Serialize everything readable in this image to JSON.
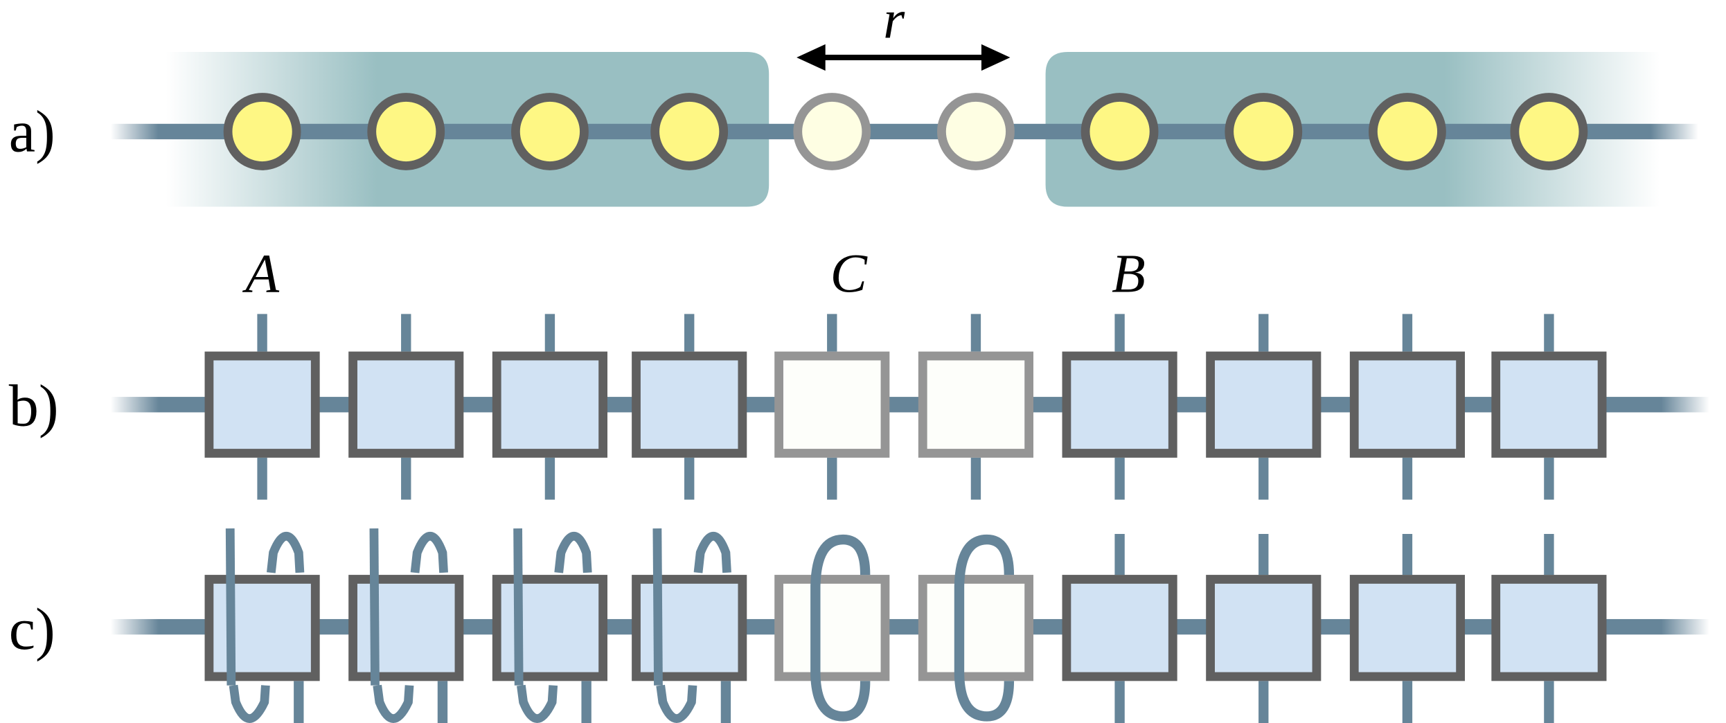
{
  "panels": {
    "a": "a)",
    "b": "b)",
    "c": "c)"
  },
  "distance_label": "r",
  "region_labels": {
    "A": "A",
    "C": "C",
    "B": "B"
  },
  "sites": [
    "A",
    "A",
    "A",
    "A",
    "C",
    "C",
    "B",
    "B",
    "B",
    "B"
  ],
  "colors": {
    "bond": "#668599",
    "region_fill": "#99BFC2",
    "site_fill": "#FEF784",
    "site_stroke": "#606060",
    "gap_site_fill": "#FEFEE3",
    "gap_site_stroke": "#959595",
    "tensor_fill": "#D1E2F3",
    "gap_tensor_fill": "#FDFEFA"
  }
}
